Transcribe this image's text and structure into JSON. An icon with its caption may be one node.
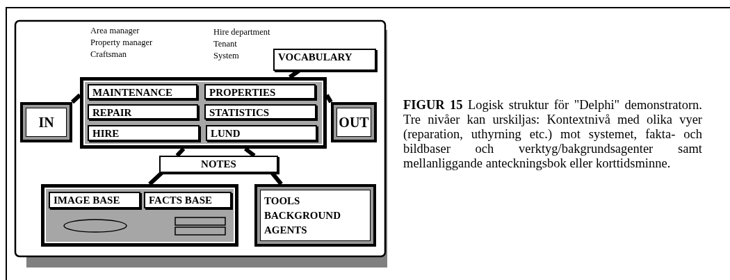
{
  "diagram": {
    "caption": "**FIGUR 15**   Logisk struktur för \"Delphi\" demonstratorn. Tre nivåer kan urskiljas: Kontextnivå med olika vyer (reparation, uthyrning etc.) mot systemet, fakta- och bildbaser och verktyg/bakgrundsagenter samt mellanliggande anteckningsbok eller korttidsminne.",
    "nodes": [
      {
        "text": [],
        "shape": "box"
      },
      {
        "text": [
          "MAINTENANCE"
        ],
        "in": 0
      },
      {
        "text": [
          "PROPERTIES"
        ],
        "in": 0
      },
      {
        "text": [
          "REPAIR"
        ],
        "in": 0
      },
      {
        "text": [
          "STATISTICS"
        ],
        "in": 0
      },
      {
        "text": [
          "HIRE"
        ],
        "in": 0
      },
      {
        "text": [
          "LUND"
        ],
        "in": 0
      },
      {
        "text": [
          "IN"
        ]
      },
      {
        "text": [
          "OUT"
        ]
      },
      {
        "text": [
          "VOCABULARY"
        ]
      },
      {
        "text": [
          "NOTES"
        ]
      },
      {
        "text": [],
        "shape": "box"
      },
      {
        "text": [
          "IMAGE BASE"
        ],
        "in": 11
      },
      {
        "text": [
          "FACTS BASE"
        ],
        "in": 11
      },
      {
        "text": [
          "TOOLS BACKGROUND AGENTS"
        ]
      }
    ],
    "edges": [
      {
        "from": 7,
        "to": 0,
        "arrow": "none"
      },
      {
        "from": 0,
        "to": 8,
        "arrow": "none"
      },
      {
        "from": 9,
        "to": 0,
        "arrow": "none"
      },
      {
        "from": 0,
        "to": 10,
        "arrow": "none"
      },
      {
        "from": 0,
        "to": 10,
        "arrow": "none"
      },
      {
        "from": 10,
        "to": 11,
        "arrow": "none"
      },
      {
        "from": 10,
        "to": 14,
        "arrow": "none"
      }
    ],
    "labels": [
      "Area manager",
      "Property manager",
      "Craftsman",
      "Hire department",
      "Tenant",
      "System"
    ]
  }
}
